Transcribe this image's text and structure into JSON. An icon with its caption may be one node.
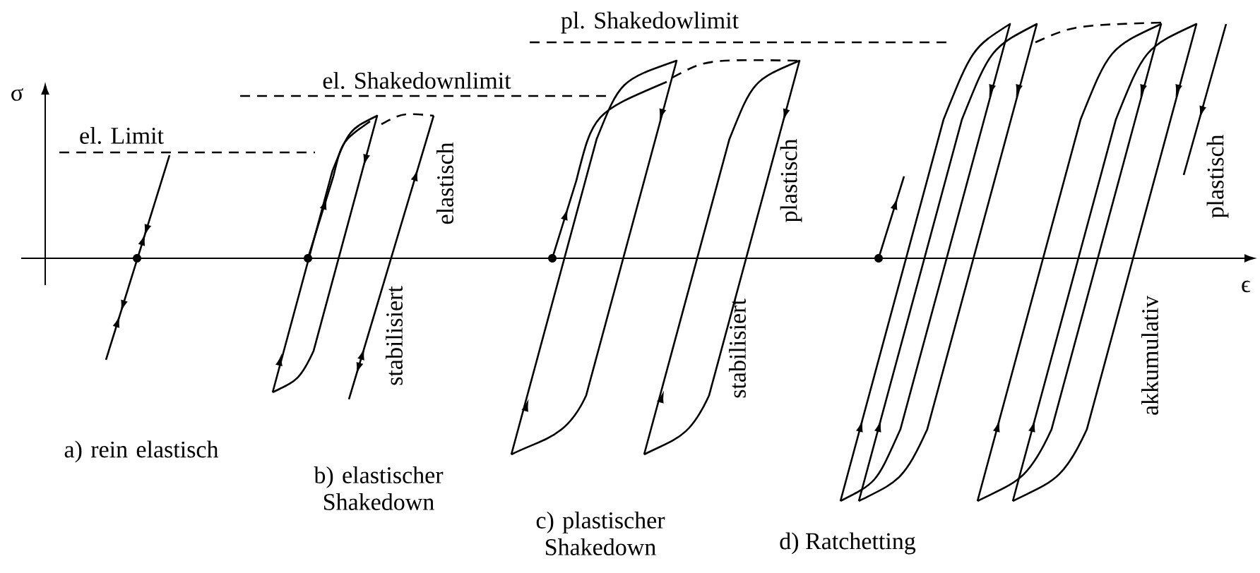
{
  "diagram": {
    "labels": [
      "pl. Shakedowlimit",
      "el. Shakedownlimit",
      "σ",
      "el. Limit",
      "elastisch",
      "plastisch",
      "plastisch",
      "ϵ",
      "stabilisiert",
      "stabilisiert",
      "akkumulativ",
      "a) rein elastisch",
      "b) elastischer Shakedown",
      "c) plastischer Shakedown",
      "d) Ratchetting"
    ]
  }
}
